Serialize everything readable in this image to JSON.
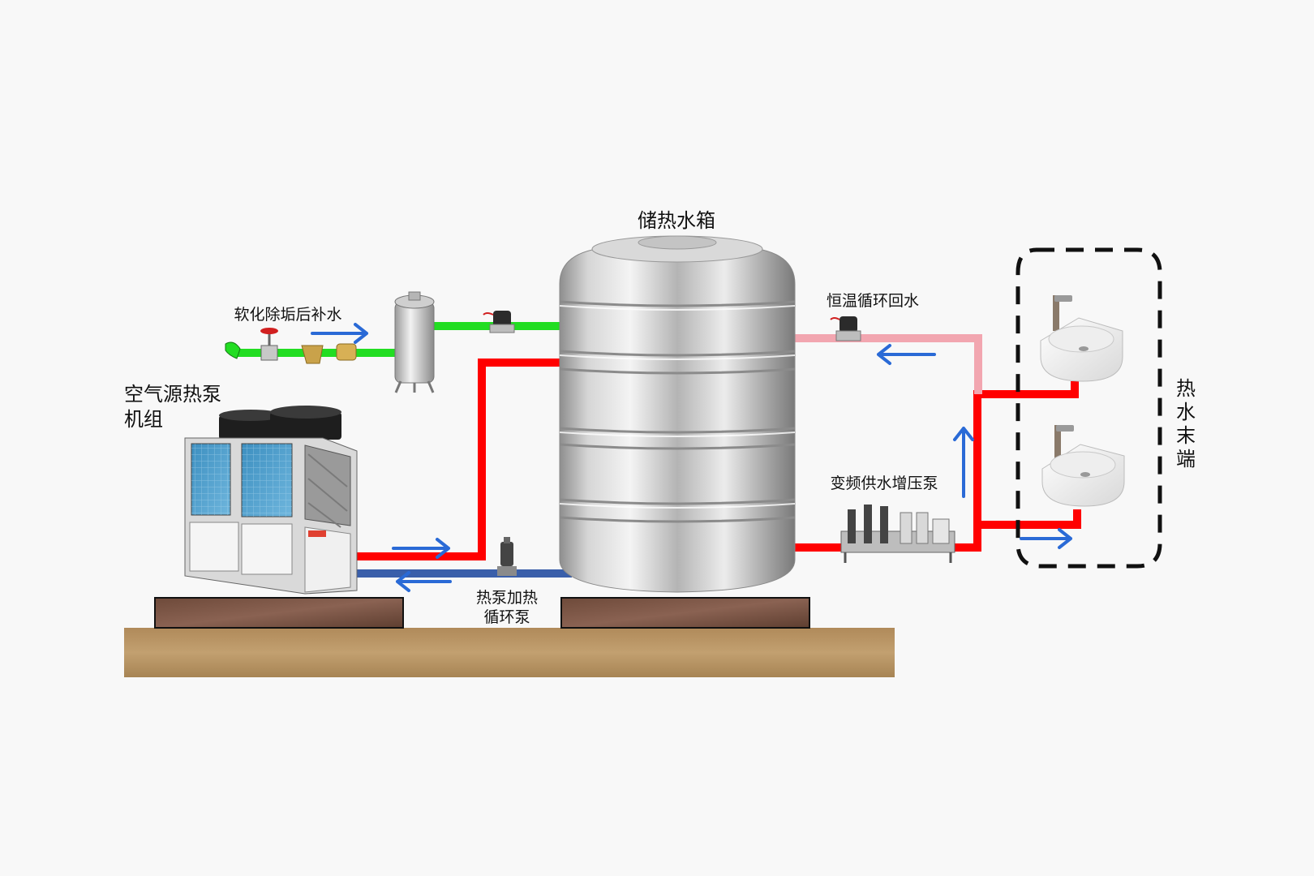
{
  "labels": {
    "storage_tank": "储热水箱",
    "makeup_water": "软化除垢后补水",
    "heat_pump_line1": "空气源热泵",
    "heat_pump_line2": "机组",
    "return_water": "恒温循环回水",
    "booster_pump": "变频供水增压泵",
    "heating_pump_line1": "热泵加热",
    "heating_pump_line2": "循环泵",
    "terminal": [
      "热",
      "水",
      "末",
      "端"
    ]
  },
  "colors": {
    "hot_pipe": "#ff0000",
    "cold_pipe": "#3a5faa",
    "makeup_pipe": "#22dd22",
    "return_pipe": "#f2a6b0",
    "flow_arrow": "#2a6ad6"
  }
}
